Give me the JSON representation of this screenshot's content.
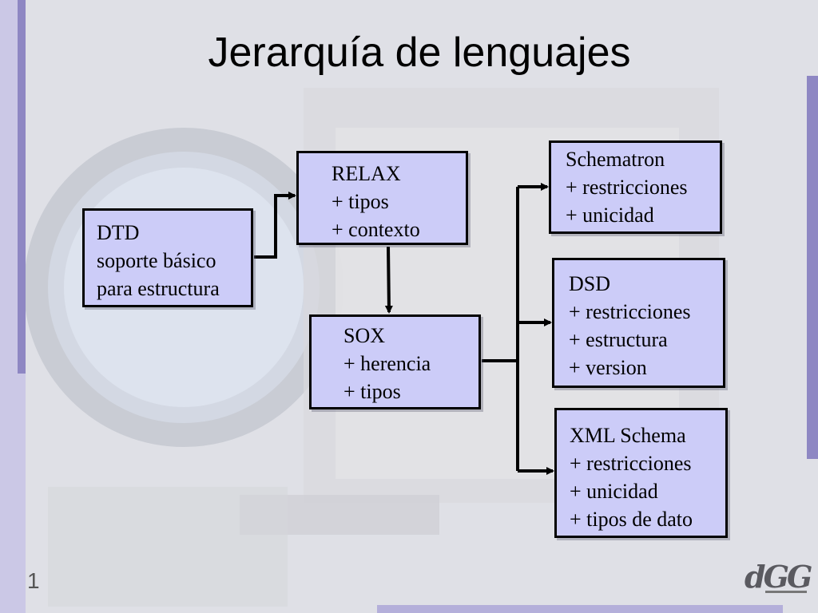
{
  "slide": {
    "title": "Jerarquía de lenguajes",
    "page_number": "1"
  },
  "nodes": {
    "dtd": {
      "lines": [
        "DTD",
        "soporte básico",
        "para estructura"
      ]
    },
    "relax": {
      "lines": [
        "RELAX",
        "+ tipos",
        "+ contexto"
      ]
    },
    "sox": {
      "lines": [
        "SOX",
        "+ herencia",
        "+ tipos"
      ]
    },
    "schematron": {
      "lines": [
        "Schematron",
        "+ restricciones",
        "+ unicidad"
      ]
    },
    "dsd": {
      "lines": [
        "DSD",
        "+ restricciones",
        "+ estructura",
        "+ version"
      ]
    },
    "xml_schema": {
      "lines": [
        "XML Schema",
        "+ restricciones",
        "+ unicidad",
        "+ tipos de dato"
      ]
    }
  },
  "edges": [
    {
      "from": "DTD",
      "to": "RELAX"
    },
    {
      "from": "RELAX",
      "to": "SOX"
    },
    {
      "from": "SOX",
      "to": "Schematron"
    },
    {
      "from": "SOX",
      "to": "DSD"
    },
    {
      "from": "SOX",
      "to": "XML Schema"
    }
  ],
  "logo": {
    "text": "dGG"
  },
  "colors": {
    "box_fill": "#ccccf8",
    "accent_bar": "#8e87c3",
    "light_bar": "#cbc8e6"
  }
}
